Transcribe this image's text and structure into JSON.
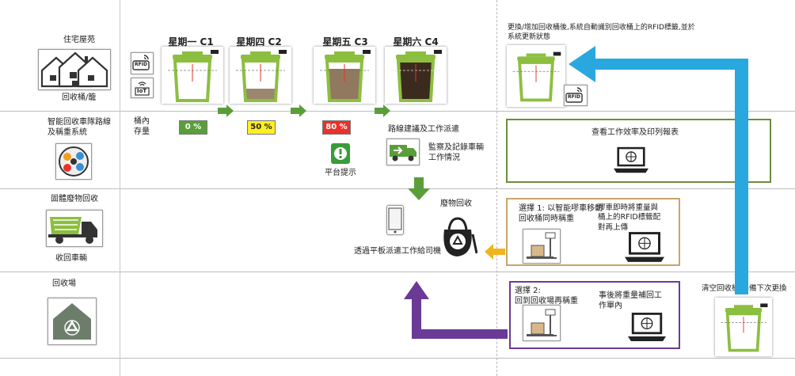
{
  "rows": {
    "residential": "住宅屋苑",
    "bins_per": "回收桶/籠",
    "routing_system": "智能回收車隊路線\n及稱重系統",
    "solid_waste": "固體廢物回收",
    "truck": "收回車輛",
    "recycle_yard": "回收場"
  },
  "days": [
    "星期一 C1",
    "星期四 C2",
    "星期五 C3",
    "星期六 C4"
  ],
  "fill_label": "桶內\n存量",
  "fill_levels": [
    {
      "text": "0 %",
      "value": 0,
      "color": "#5a9e3a"
    },
    {
      "text": "50 %",
      "value": 50,
      "color": "#ffee22"
    },
    {
      "text": "80 %",
      "value": 80,
      "color": "#e8322b"
    }
  ],
  "badges": {
    "rfid": "RFID",
    "iot": "IoT"
  },
  "platform_alert": "平台提示",
  "route_dispatch": "路線建議及工作派遣",
  "monitor_record": "監察及記錄車輛\n工作情況",
  "waste_recycle": "廢物回收",
  "tablet_dispatch": "透過平板派遣工作給司機",
  "replace_note": "更換/增加回收桶後,系統自動識別回收桶上的RFID標籤,並於\n系統更新狀態",
  "report_title": "查看工作效率及印列報表",
  "option1": "選擇 1: 以智能嘐車移動\n回收桶同時稱重",
  "option1_detail": "嘐車即時將重量與\n桶上的RFID標籤配\n對再上傳",
  "option2": "選擇 2:\n回到回收場再稱重",
  "option2_detail": "事後將重量補回工\n作單內",
  "empty_bin": "清空回收桶,準備下次更換",
  "colors": {
    "green": "#5a9e3a",
    "blue": "#29a8df",
    "purple": "#6b3a96",
    "orange": "#f0b51d",
    "olive": "#6b8e3a",
    "tan": "#c9a46a"
  }
}
